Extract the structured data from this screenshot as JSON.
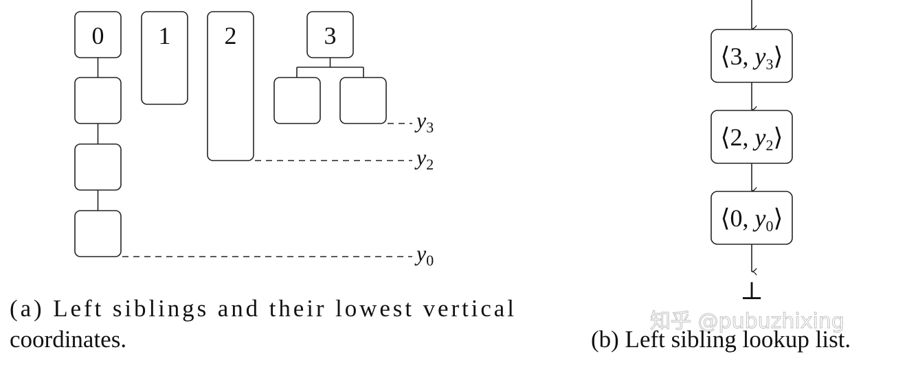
{
  "left_panel": {
    "top_nodes": [
      "0",
      "1",
      "2",
      "3"
    ],
    "y_labels": [
      {
        "var": "y",
        "sub": "3"
      },
      {
        "var": "y",
        "sub": "2"
      },
      {
        "var": "y",
        "sub": "0"
      }
    ],
    "caption_line1": "(a) Left siblings and their lowest vertical",
    "caption_line2": "coordinates."
  },
  "right_panel": {
    "list_items": [
      {
        "num": "3",
        "var": "y",
        "sub": "3"
      },
      {
        "num": "2",
        "var": "y",
        "sub": "2"
      },
      {
        "num": "0",
        "var": "y",
        "sub": "0"
      }
    ],
    "terminator": "⊥",
    "caption": "(b) Left sibling lookup list."
  },
  "watermark": "知乎 @pubuzhixing"
}
